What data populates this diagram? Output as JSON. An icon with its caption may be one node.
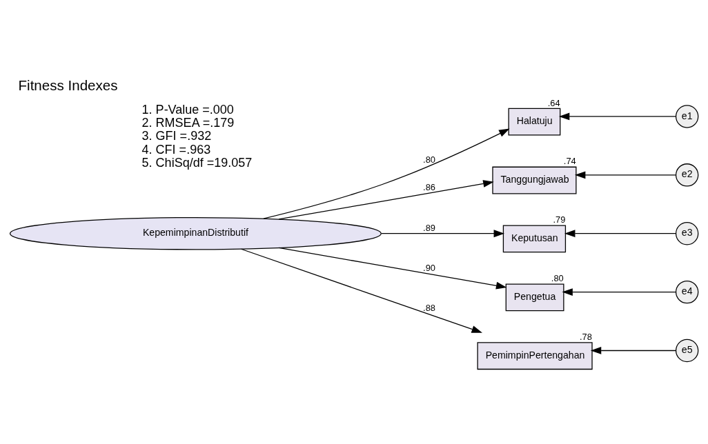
{
  "diagram": {
    "title": "Fitness Indexes",
    "nodes": [
      {
        "text": [
          "KepemimpinanDistributif"
        ]
      },
      {
        "text": [
          "Halatuju"
        ],
        "beside": [
          ".64"
        ]
      },
      {
        "text": [
          "Tanggungjawab"
        ],
        "beside": [
          ".74"
        ]
      },
      {
        "text": [
          "Keputusan"
        ],
        "beside": [
          ".79"
        ]
      },
      {
        "text": [
          "Pengetua"
        ],
        "beside": [
          ".80"
        ]
      },
      {
        "text": [
          "PemimpinPertengahan"
        ],
        "beside": [
          ".78"
        ]
      },
      {
        "text": [
          "e1"
        ]
      },
      {
        "text": [
          "e2"
        ]
      },
      {
        "text": [
          "e3"
        ]
      },
      {
        "text": [
          "e4"
        ]
      },
      {
        "text": [
          "e5"
        ]
      }
    ],
    "edges": [
      {
        "from": 0,
        "to": 1,
        "arrow": "to",
        "label": ".80"
      },
      {
        "from": 0,
        "to": 2,
        "arrow": "to",
        "label": ".86"
      },
      {
        "from": 0,
        "to": 3,
        "arrow": "to",
        "label": ".89"
      },
      {
        "from": 0,
        "to": 4,
        "arrow": "to",
        "label": ".90"
      },
      {
        "from": 0,
        "to": 5,
        "arrow": "to",
        "label": ".88"
      },
      {
        "from": 6,
        "to": 1,
        "arrow": "to"
      },
      {
        "from": 7,
        "to": 2,
        "arrow": "to"
      },
      {
        "from": 8,
        "to": 3,
        "arrow": "to"
      },
      {
        "from": 9,
        "to": 4,
        "arrow": "to"
      },
      {
        "from": 10,
        "to": 5,
        "arrow": "to"
      }
    ],
    "labels": [
      "1. P-Value =.000",
      "2. RMSEA =.179",
      "3. GFI =.932",
      "4. CFI =.963",
      "5. ChiSq/df =19.057"
    ]
  }
}
